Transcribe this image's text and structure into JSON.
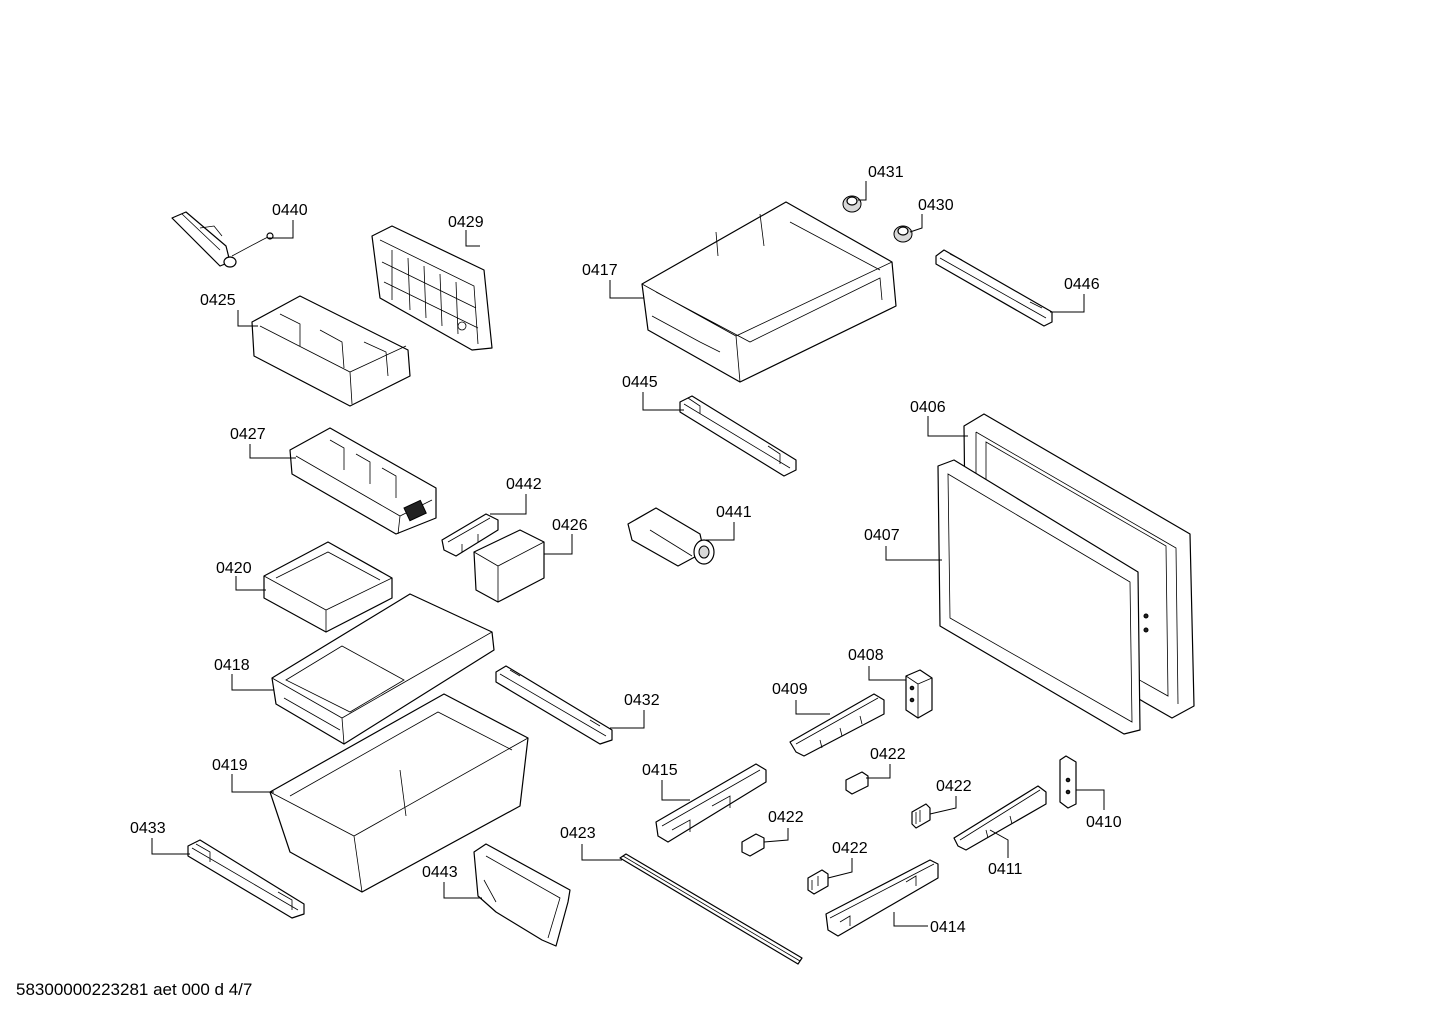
{
  "footer_text": "58300000223281 aet 000 d 4/7",
  "labels": {
    "p0431": "0431",
    "p0430": "0430",
    "p0440": "0440",
    "p0429": "0429",
    "p0417": "0417",
    "p0446": "0446",
    "p0425": "0425",
    "p0445": "0445",
    "p0406": "0406",
    "p0427": "0427",
    "p0442": "0442",
    "p0441": "0441",
    "p0426": "0426",
    "p0407": "0407",
    "p0420": "0420",
    "p0408": "0408",
    "p0418": "0418",
    "p0409": "0409",
    "p0432": "0432",
    "p0422a": "0422",
    "p0419": "0419",
    "p0415": "0415",
    "p0422b": "0422",
    "p0433": "0433",
    "p0422c": "0422",
    "p0410": "0410",
    "p0423": "0423",
    "p0422d": "0422",
    "p0443": "0443",
    "p0411": "0411",
    "p0414": "0414"
  }
}
